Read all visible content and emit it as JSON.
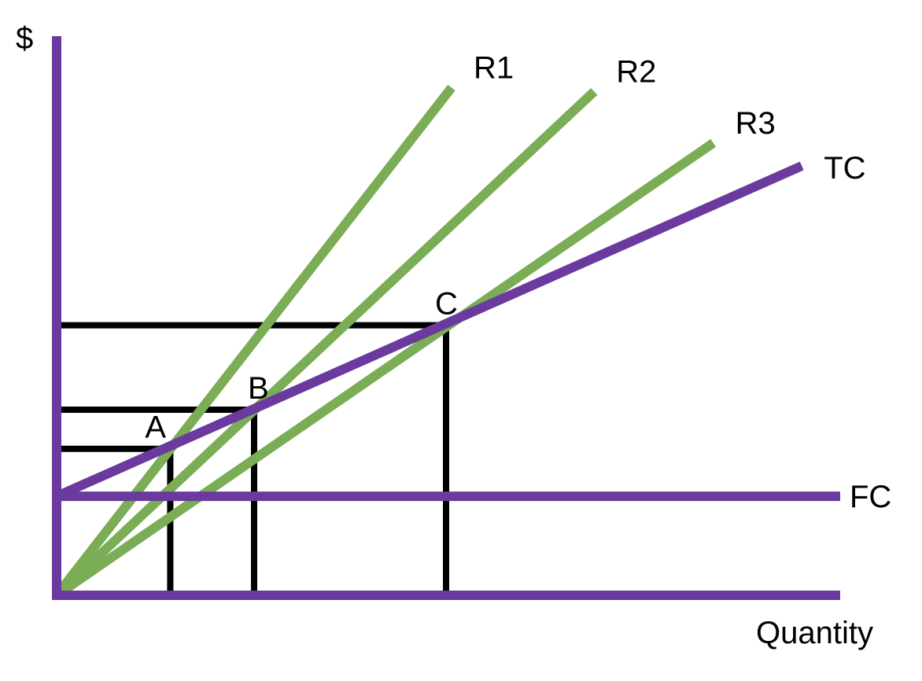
{
  "chart_data": {
    "type": "line",
    "ylabel": "$",
    "xlabel": "Quantity",
    "xlim": [
      0,
      100
    ],
    "ylim": [
      0,
      100
    ],
    "grid": false,
    "colors": {
      "axis": "#6a3a9e",
      "cost": "#6a3a9e",
      "revenue": "#7aad55",
      "guide": "#000000"
    },
    "series": [
      {
        "name": "R1",
        "kind": "revenue",
        "points": [
          [
            0,
            0
          ],
          [
            50.4,
            90.8
          ]
        ]
      },
      {
        "name": "R2",
        "kind": "revenue",
        "points": [
          [
            0,
            0
          ],
          [
            68.6,
            90.1
          ]
        ]
      },
      {
        "name": "R3",
        "kind": "revenue",
        "points": [
          [
            0,
            0
          ],
          [
            83.8,
            80.9
          ]
        ]
      },
      {
        "name": "TC",
        "kind": "cost",
        "points": [
          [
            0,
            17.7
          ],
          [
            95.1,
            76.8
          ]
        ]
      },
      {
        "name": "FC",
        "kind": "cost",
        "points": [
          [
            0,
            17.7
          ],
          [
            100,
            17.7
          ]
        ]
      }
    ],
    "points": [
      {
        "label": "A",
        "x": 14.5,
        "y": 26.2
      },
      {
        "label": "B",
        "x": 25.2,
        "y": 33.2
      },
      {
        "label": "C",
        "x": 49.7,
        "y": 48.3
      }
    ]
  }
}
